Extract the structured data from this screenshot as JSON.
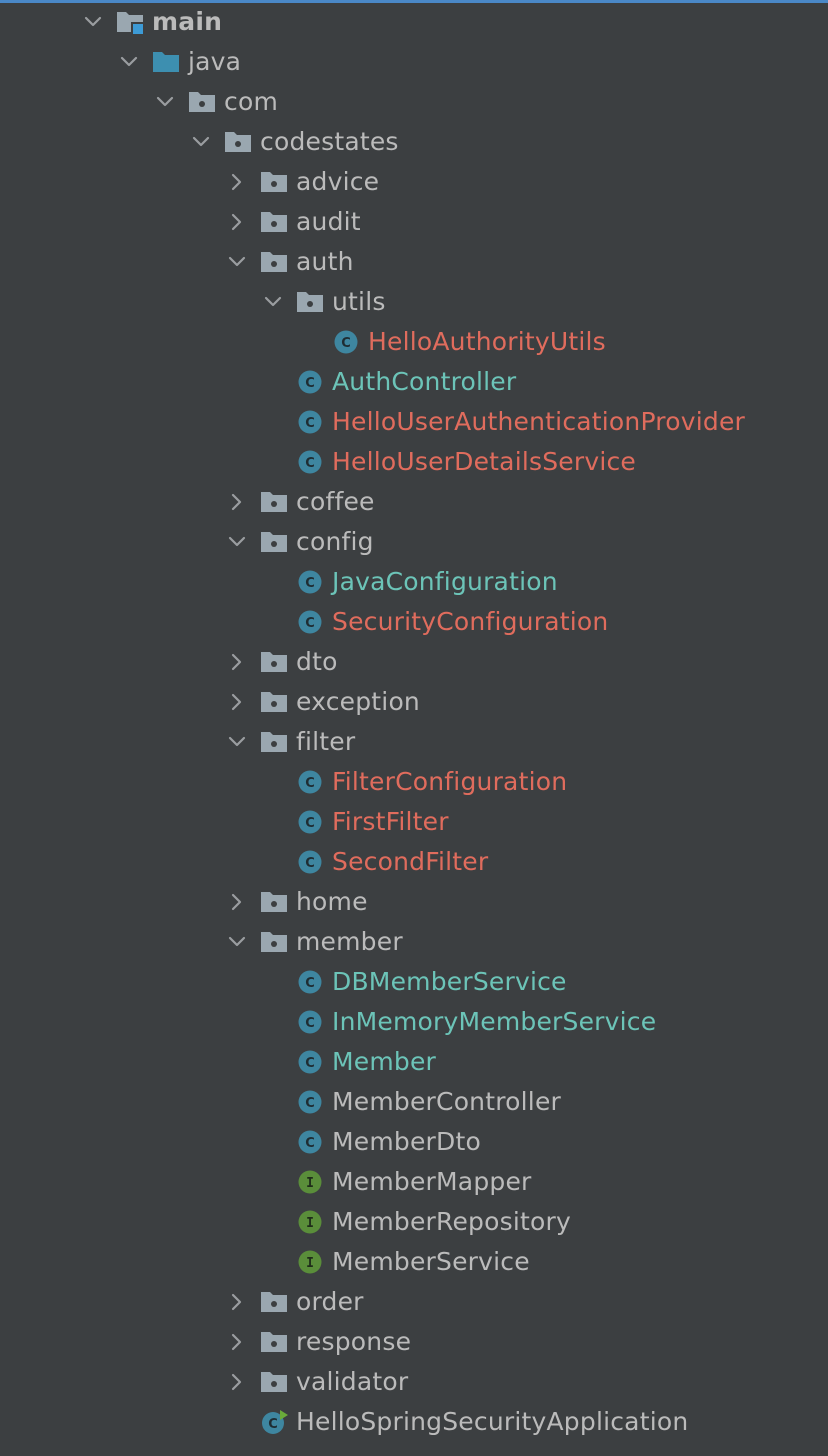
{
  "colors": {
    "background": "#3c3f41",
    "default_text": "#bbbbbb",
    "new_file": "#e06c5d",
    "added_file": "#6cc4b8",
    "folder_icon": "#9aa7b0",
    "source_folder_icon": "#3d8fb0",
    "class_icon": "#3e86a0",
    "interface_icon": "#5a8e3a"
  },
  "tree": [
    {
      "depth": 0,
      "type": "module-folder",
      "chevron": "down",
      "label": "main",
      "status": "bold"
    },
    {
      "depth": 1,
      "type": "source-folder",
      "chevron": "down",
      "label": "java",
      "status": "default"
    },
    {
      "depth": 2,
      "type": "package",
      "chevron": "down",
      "label": "com",
      "status": "default"
    },
    {
      "depth": 3,
      "type": "package",
      "chevron": "down",
      "label": "codestates",
      "status": "default"
    },
    {
      "depth": 4,
      "type": "package",
      "chevron": "right",
      "label": "advice",
      "status": "default"
    },
    {
      "depth": 4,
      "type": "package",
      "chevron": "right",
      "label": "audit",
      "status": "default"
    },
    {
      "depth": 4,
      "type": "package",
      "chevron": "down",
      "label": "auth",
      "status": "default"
    },
    {
      "depth": 5,
      "type": "package",
      "chevron": "down",
      "label": "utils",
      "status": "default"
    },
    {
      "depth": 6,
      "type": "class",
      "chevron": "none",
      "label": "HelloAuthorityUtils",
      "status": "new"
    },
    {
      "depth": 5,
      "type": "class",
      "chevron": "none",
      "label": "AuthController",
      "status": "added"
    },
    {
      "depth": 5,
      "type": "class",
      "chevron": "none",
      "label": "HelloUserAuthenticationProvider",
      "status": "new"
    },
    {
      "depth": 5,
      "type": "class",
      "chevron": "none",
      "label": "HelloUserDetailsService",
      "status": "new"
    },
    {
      "depth": 4,
      "type": "package",
      "chevron": "right",
      "label": "coffee",
      "status": "default"
    },
    {
      "depth": 4,
      "type": "package",
      "chevron": "down",
      "label": "config",
      "status": "default"
    },
    {
      "depth": 5,
      "type": "class",
      "chevron": "none",
      "label": "JavaConfiguration",
      "status": "added"
    },
    {
      "depth": 5,
      "type": "class",
      "chevron": "none",
      "label": "SecurityConfiguration",
      "status": "new"
    },
    {
      "depth": 4,
      "type": "package",
      "chevron": "right",
      "label": "dto",
      "status": "default"
    },
    {
      "depth": 4,
      "type": "package",
      "chevron": "right",
      "label": "exception",
      "status": "default"
    },
    {
      "depth": 4,
      "type": "package",
      "chevron": "down",
      "label": "filter",
      "status": "default"
    },
    {
      "depth": 5,
      "type": "class",
      "chevron": "none",
      "label": "FilterConfiguration",
      "status": "new"
    },
    {
      "depth": 5,
      "type": "class",
      "chevron": "none",
      "label": "FirstFilter",
      "status": "new"
    },
    {
      "depth": 5,
      "type": "class",
      "chevron": "none",
      "label": "SecondFilter",
      "status": "new"
    },
    {
      "depth": 4,
      "type": "package",
      "chevron": "right",
      "label": "home",
      "status": "default"
    },
    {
      "depth": 4,
      "type": "package",
      "chevron": "down",
      "label": "member",
      "status": "default"
    },
    {
      "depth": 5,
      "type": "class",
      "chevron": "none",
      "label": "DBMemberService",
      "status": "added"
    },
    {
      "depth": 5,
      "type": "class",
      "chevron": "none",
      "label": "InMemoryMemberService",
      "status": "added"
    },
    {
      "depth": 5,
      "type": "class",
      "chevron": "none",
      "label": "Member",
      "status": "added"
    },
    {
      "depth": 5,
      "type": "class",
      "chevron": "none",
      "label": "MemberController",
      "status": "default"
    },
    {
      "depth": 5,
      "type": "class",
      "chevron": "none",
      "label": "MemberDto",
      "status": "default"
    },
    {
      "depth": 5,
      "type": "interface",
      "chevron": "none",
      "label": "MemberMapper",
      "status": "default"
    },
    {
      "depth": 5,
      "type": "interface",
      "chevron": "none",
      "label": "MemberRepository",
      "status": "default"
    },
    {
      "depth": 5,
      "type": "interface",
      "chevron": "none",
      "label": "MemberService",
      "status": "default"
    },
    {
      "depth": 4,
      "type": "package",
      "chevron": "right",
      "label": "order",
      "status": "default"
    },
    {
      "depth": 4,
      "type": "package",
      "chevron": "right",
      "label": "response",
      "status": "default"
    },
    {
      "depth": 4,
      "type": "package",
      "chevron": "right",
      "label": "validator",
      "status": "default"
    },
    {
      "depth": 4,
      "type": "spring-boot-class",
      "chevron": "none",
      "label": "HelloSpringSecurityApplication",
      "status": "default"
    }
  ]
}
